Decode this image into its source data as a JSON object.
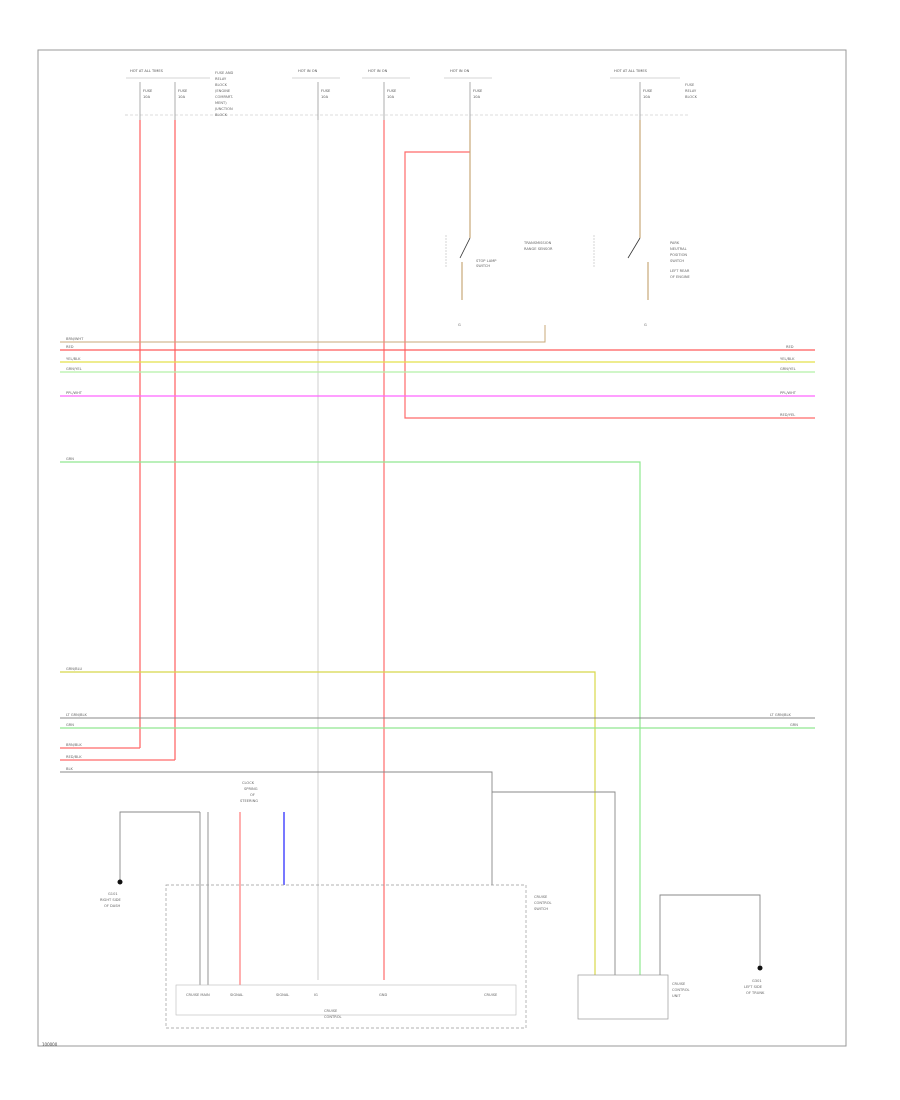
{
  "colors": {
    "border": "#888888",
    "red": "#ff6060",
    "pink_red": "#ff7a7a",
    "yellow": "#e4e04a",
    "light_green": "#a8f0a0",
    "green": "#90e890",
    "magenta": "#ff66ff",
    "gray": "#888888",
    "blue": "#4a4aff",
    "black": "#111111",
    "tan": "#c8a878",
    "dark_red": "#cc3333"
  },
  "top_fuses": [
    {
      "header": "HOT AT ALL TIMES",
      "fuse": "FUSE",
      "rating": "10A",
      "labels": [
        "FUSE/RELAY",
        "BLOCK"
      ]
    },
    {
      "header": "HOT IN ON",
      "fuse": "FUSE",
      "rating": "10A",
      "labels": []
    },
    {
      "header": "HOT IN ON",
      "fuse": "FUSE",
      "rating": "10A",
      "labels": []
    },
    {
      "header": "HOT IN ON",
      "fuse": "FUSE",
      "rating": "10A",
      "labels": []
    },
    {
      "header": "HOT AT ALL TIMES",
      "fuse": "FUSE",
      "rating": "10A",
      "labels": [
        "FUSE",
        "RELAY",
        "BLOCK"
      ]
    }
  ],
  "fuse_notes_left": [
    "FUSE AND",
    "RELAY",
    "BLOCK",
    "(ENGINE",
    "COMPART-",
    "MENT)",
    "JUNCTION",
    "BLOCK"
  ],
  "switch_labels": {
    "left_switch": [
      "STOP LAMP",
      "SWITCH"
    ],
    "left_note": [
      "TRANSMISSION",
      "RANGE SENSOR"
    ],
    "right_switch": [
      "PARK",
      "NEUTRAL",
      "POSITION",
      "SWITCH"
    ],
    "right_note": [
      "LEFT REAR",
      "OF ENGINE"
    ]
  },
  "bus_labels_left": [
    "BRN/WHT",
    "RED",
    "YEL/BLK",
    "GRN/YEL",
    "PPL/WHT",
    "GRN",
    "GRN/BLU",
    "LT GRN/BLK",
    "GRN",
    "BRN/BLK",
    "RED/BLK",
    "BLK"
  ],
  "bus_labels_right": [
    "RED",
    "YEL/BLK",
    "GRN/YEL",
    "PPL/WHT",
    "RED/YEL",
    "LT GRN/BLK",
    "GRN"
  ],
  "lower_module": {
    "name": [
      "CRUISE",
      "CONTROL"
    ],
    "pins": [
      "CRUISE MAIN",
      "SIGNAL",
      "SIGNAL",
      "IG",
      "GND",
      "CRUISE"
    ],
    "title": [
      "CRUISE",
      "CONTROL",
      "SWITCH"
    ]
  },
  "ground_left": [
    "G101",
    "RIGHT SIDE",
    "OF DASH"
  ],
  "ground_right": [
    "G301",
    "LEFT SIDE",
    "OF TRUNK"
  ],
  "right_module_labels": [
    "CRUISE",
    "CONTROL",
    "UNIT"
  ],
  "upper_connector": [
    "CLOCK",
    "SPRING",
    "OF",
    "STEERING"
  ],
  "footer": "100000"
}
